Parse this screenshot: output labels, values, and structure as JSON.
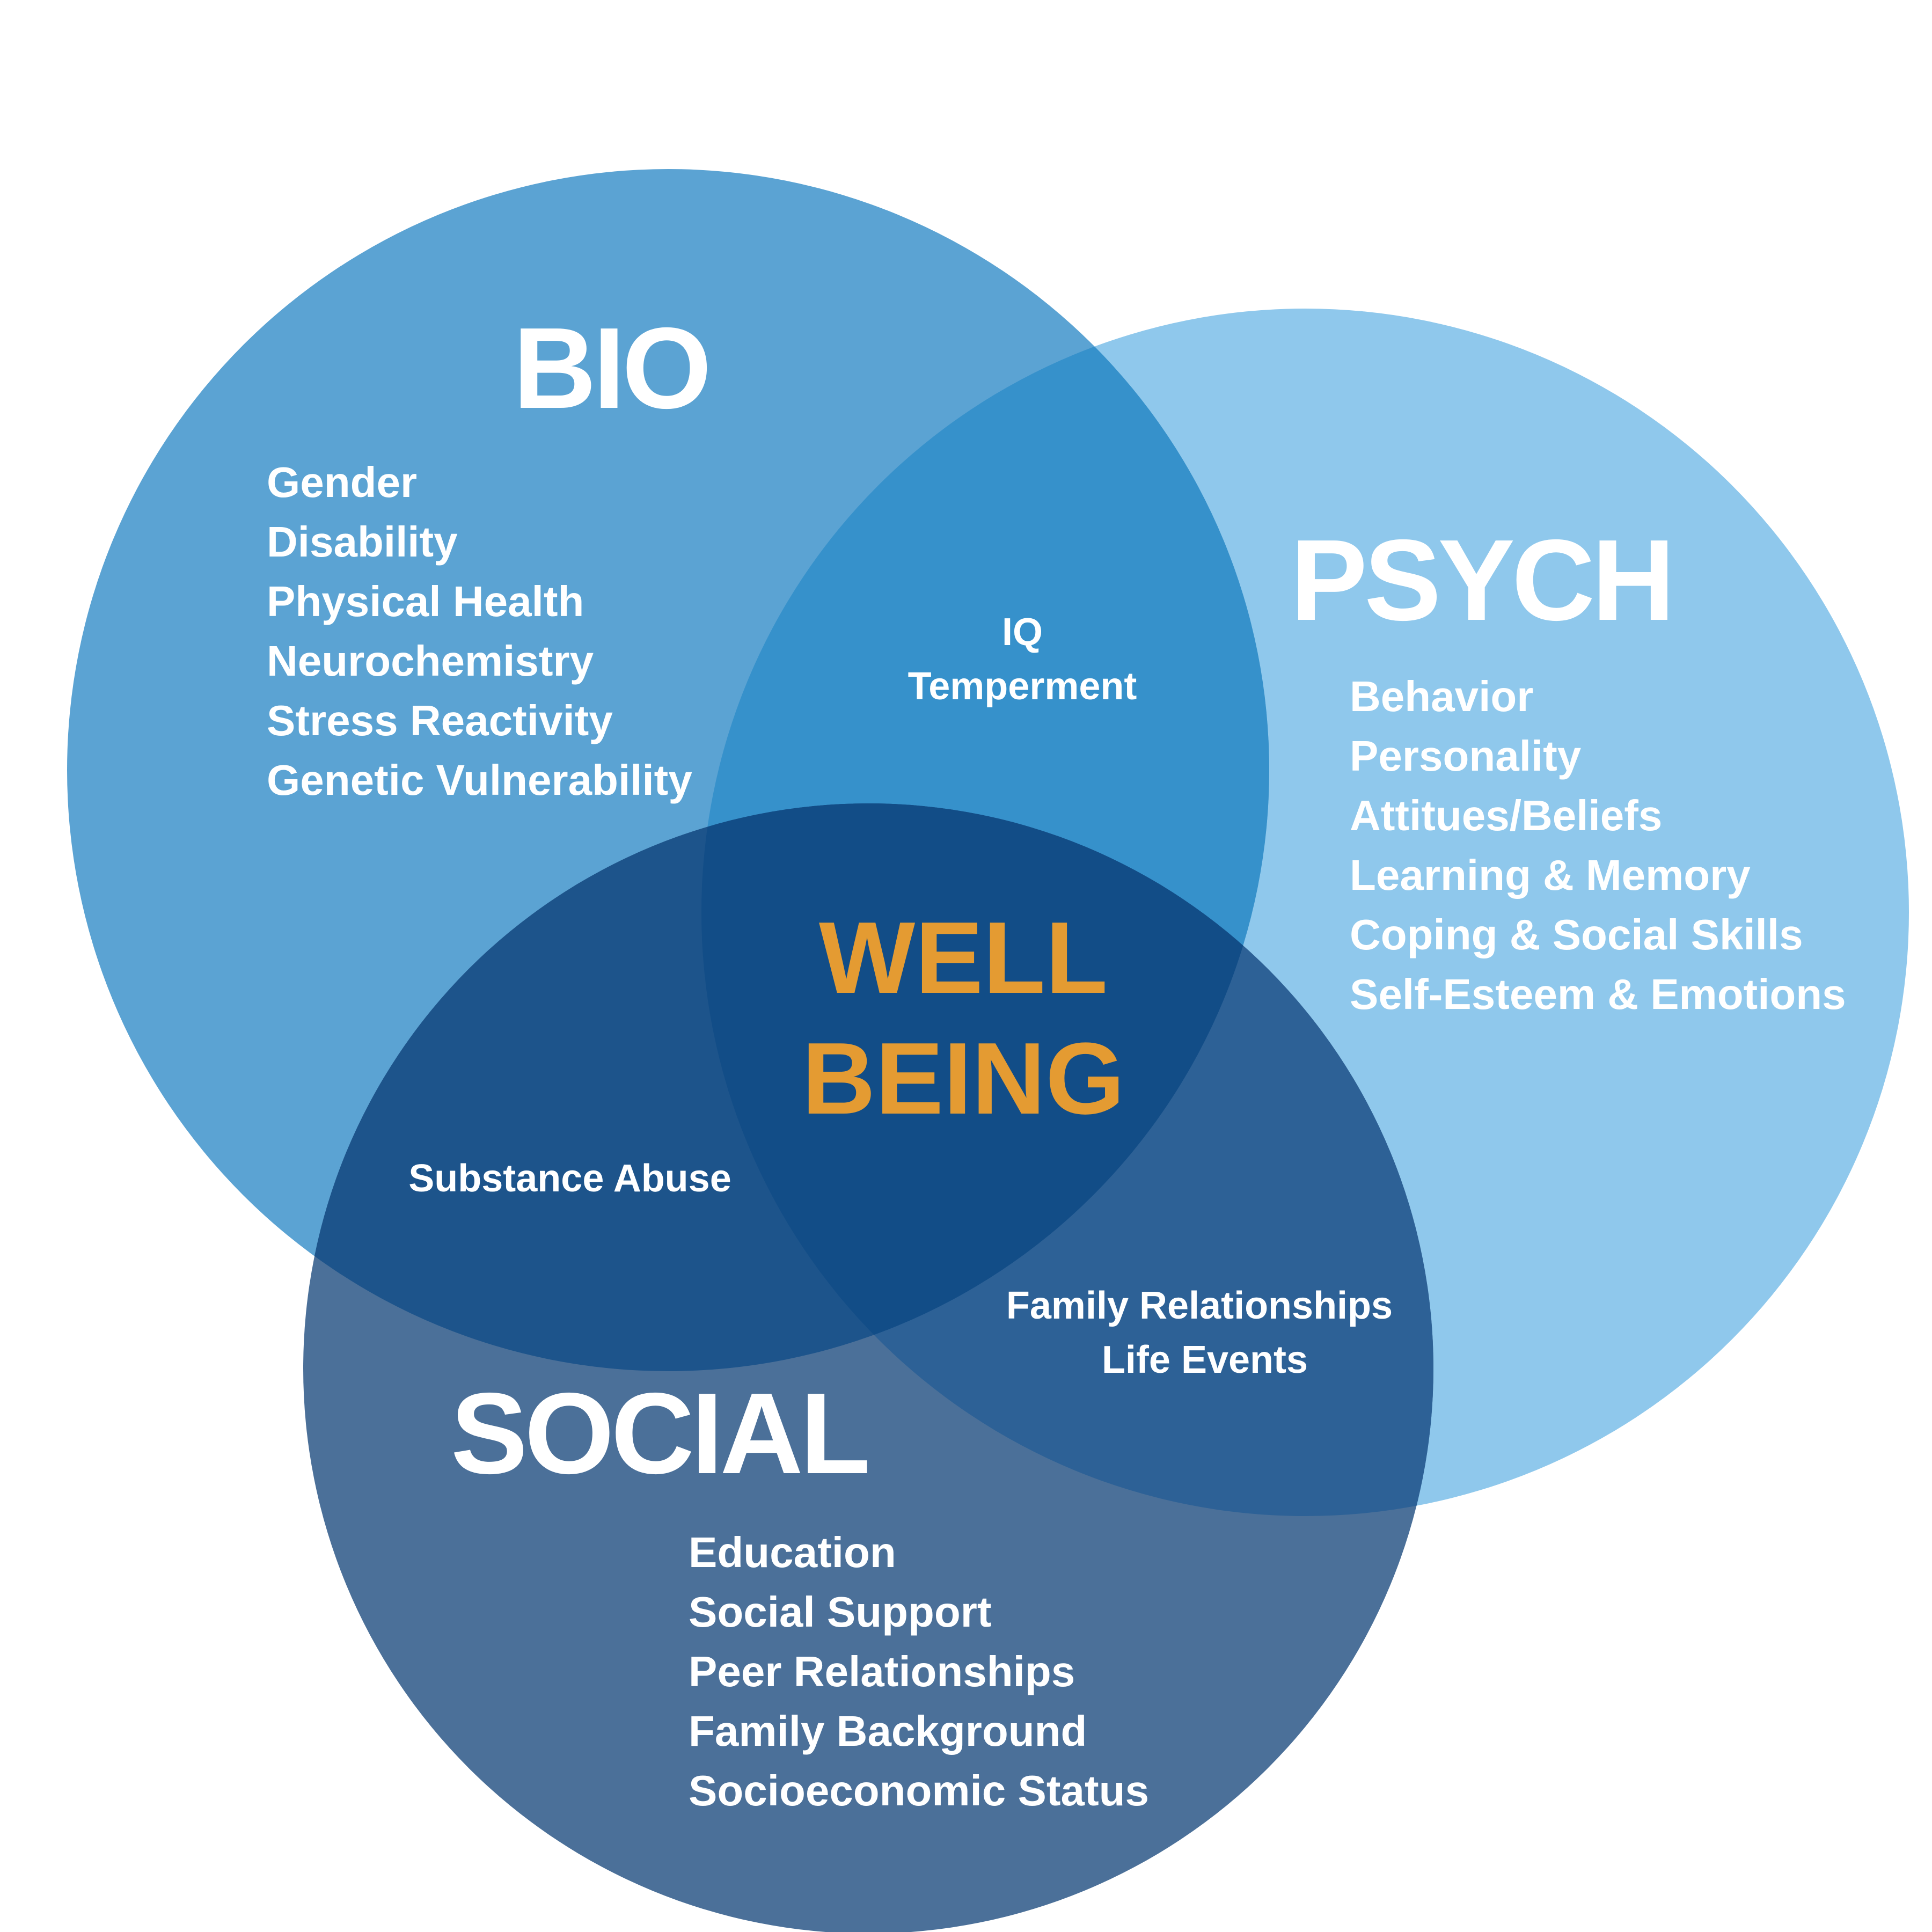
{
  "colors": {
    "bio": "#5ba3d3",
    "psych": "#8fc8ec",
    "social": "#4b7099",
    "bio_psych": "#3691cb",
    "bio_social": "#1d548b",
    "psych_social": "#2d6196",
    "center": "#124d87",
    "text": "#ffffff",
    "accent": "#e49b32",
    "background": "#ffffff"
  },
  "circles": {
    "bio": {
      "title": "BIO",
      "items": [
        "Gender",
        "Disability",
        "Physical Health",
        "Neurochemistry",
        "Stress Reactivity",
        "Genetic Vulnerability"
      ]
    },
    "psych": {
      "title": "PSYCH",
      "items": [
        "Behavior",
        "Personality",
        "Attitues/Beliefs",
        "Learning & Memory",
        "Coping & Social Skills",
        "Self-Esteem & Emotions"
      ]
    },
    "social": {
      "title": "SOCIAL",
      "items": [
        "Education",
        "Social Support",
        "Peer Relationships",
        "Family Background",
        "Socioeconomic Status"
      ]
    }
  },
  "overlaps": {
    "bio_psych": [
      "IQ",
      "Temperment"
    ],
    "bio_social": [
      "Substance Abuse"
    ],
    "psych_social": [
      "Family Relationships",
      "Life Events"
    ]
  },
  "center": {
    "line1": "WELL",
    "line2": "BEING"
  }
}
